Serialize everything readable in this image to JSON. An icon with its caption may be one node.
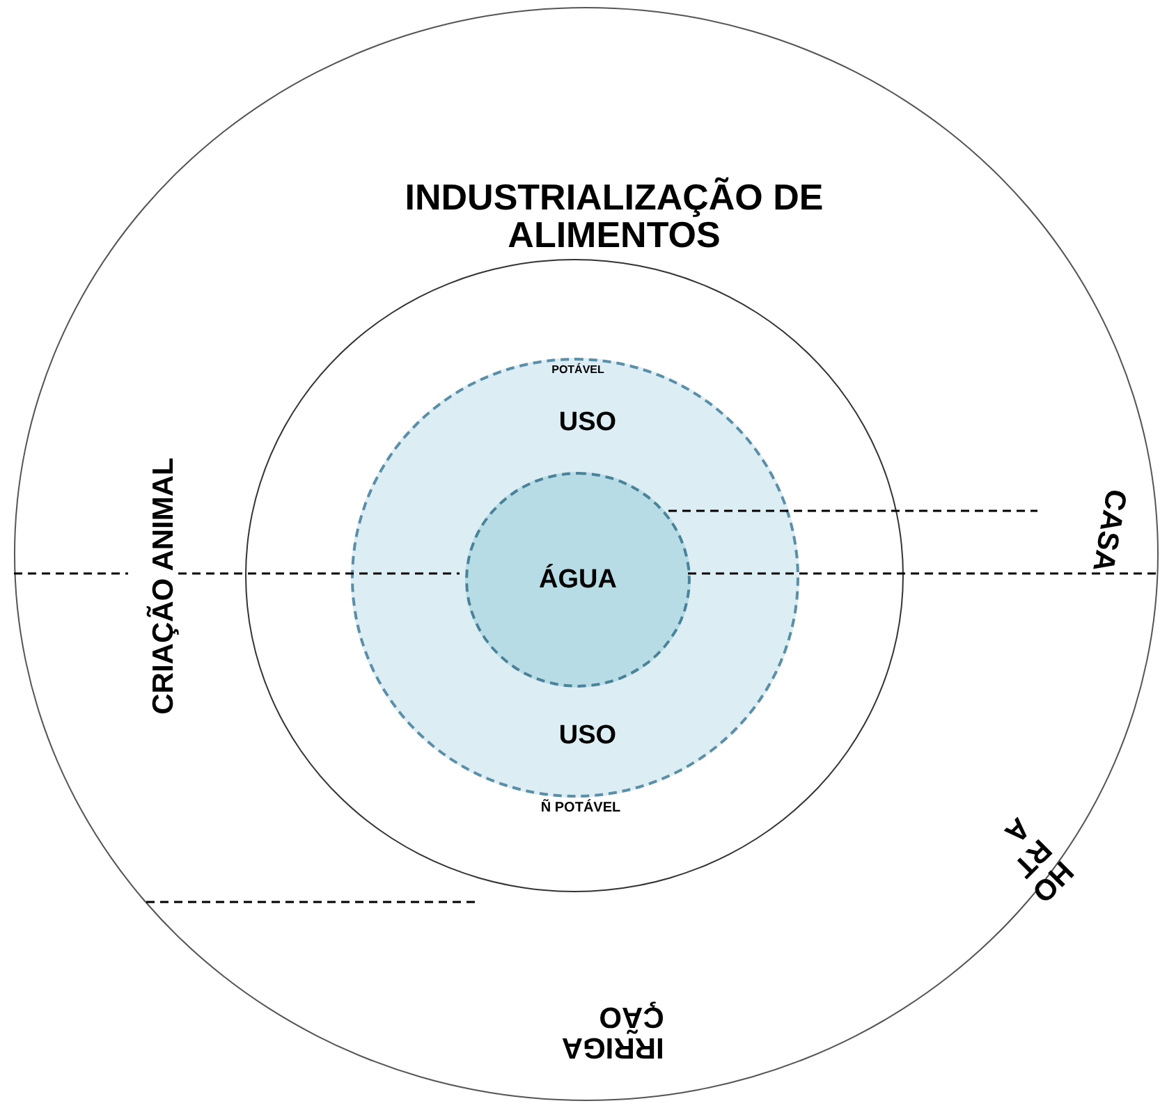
{
  "diagram": {
    "nodes": [
      {
        "text": [
          "INDUSTRIALIZAÇÃO DE ALIMENTOS",
          "CRIAÇÃO ANIMAL",
          "CASA",
          "HORTA",
          "IRRIGAÇÃO"
        ]
      },
      {
        "text": [],
        "shape": "circle",
        "in": 0
      },
      {
        "text": [
          "POTÁVEL",
          "USO",
          "USO",
          "Ñ POTÁVEL"
        ],
        "in": 1
      },
      {
        "text": [
          "ÁGUA"
        ],
        "in": 2
      }
    ]
  }
}
